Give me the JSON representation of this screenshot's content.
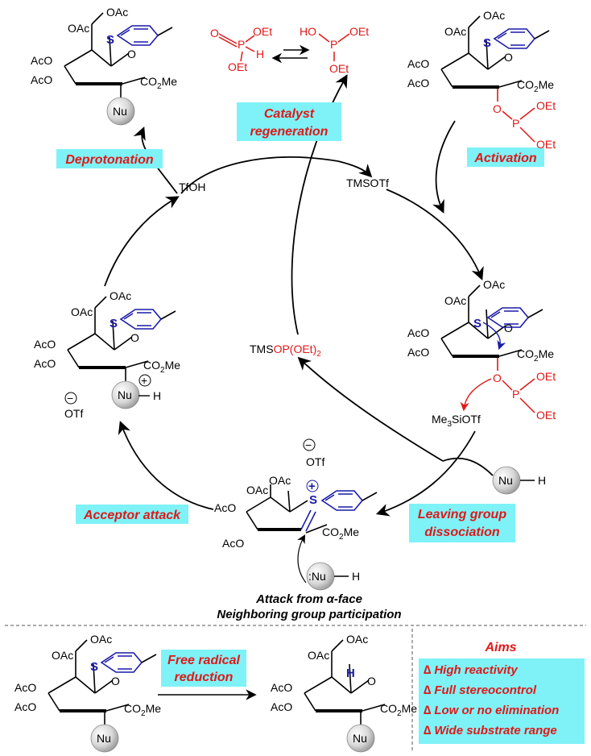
{
  "catalytic_cycle": {
    "steps": {
      "deprotonation": "Deprotonation",
      "catalyst_regeneration": [
        "Catalyst",
        "regeneration"
      ],
      "activation": "Activation",
      "acceptor_attack": "Acceptor attack",
      "leaving_group_dissociation": [
        "Leaving group",
        "dissociation"
      ]
    },
    "reagents": {
      "tfoh": "TfOH",
      "tmsotf": "TMSOTf",
      "tmsop_prefix": "TMS",
      "tmsop_red": "OP(OEt)",
      "tmsop_sub": "2",
      "me3siotf_me": "Me",
      "me3siotf_sub": "3",
      "me3siotf_rest": "SiOTf",
      "nucleophile_h": "H",
      "triflate": "OTf"
    },
    "phosphite_equilibrium": {
      "left_o": "O",
      "left_oet_top": "OEt",
      "left_oet_bottom": "OEt",
      "right_ho": "HO",
      "right_oet_top": "OEt",
      "right_oet_bottom": "OEt",
      "p": "P",
      "h": "H"
    },
    "caption": [
      "Attack from α-face",
      "Neighboring group participation"
    ]
  },
  "bottom_reaction": {
    "arrow_label": [
      "Free radical",
      "reduction"
    ],
    "aims_title": "Aims",
    "aims": [
      "∆ High reactivity",
      "∆ Full stereocontrol",
      "∆ Low or no elimination",
      "∆ Wide substrate range"
    ]
  },
  "atom_labels": {
    "oac": "OAc",
    "aco": "AcO",
    "s": "S",
    "o": "O",
    "co2me": "CO",
    "co2me_sub": "2",
    "co2me_end": "Me",
    "nu": "Nu",
    "h": "H",
    "p": "P",
    "oet": "OEt",
    "plus": "+",
    "minus": "−"
  },
  "colors": {
    "label_fill": "#7ef2f7",
    "label_text": "#e01818",
    "heteroatom_blue": "#1a1aa8",
    "phosphorus_red": "#e01818"
  }
}
